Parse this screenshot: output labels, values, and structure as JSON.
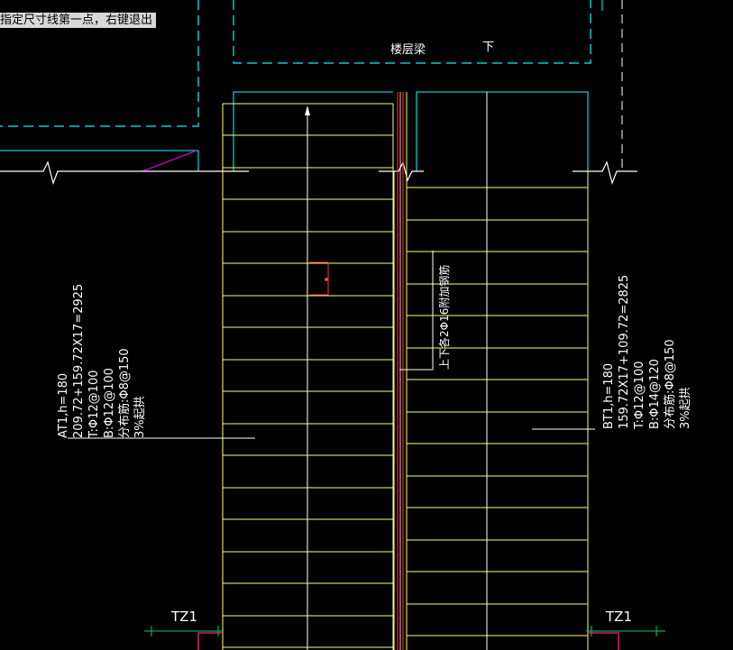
{
  "command_prompt": "指定尺寸线第一点，右键退出",
  "labels": {
    "beam_label": "楼层梁",
    "down_label": "下",
    "tz1_left": "TZ1",
    "tz1_right": "TZ1",
    "rebar_note": "上下各2Φ16附加钢筋"
  },
  "at1": {
    "lines": [
      "AT1,h=180",
      "209.72+159.72X17=2925",
      "T:Φ12@100",
      "B:Φ12@100",
      "分布筋:Φ8@150",
      "3%起拱"
    ]
  },
  "bt1": {
    "lines": [
      "BT1,h=180",
      "159.72X17+109.72=2825",
      "T:Φ12@100",
      "B:Φ14@120",
      "分布筋:Φ8@150",
      "3%起拱"
    ]
  },
  "colors": {
    "background": "#000000",
    "stair_lines": "#ffff66",
    "beam_outline": "#00cccc",
    "centerline": "#ffffff",
    "red_lines": "#ff2020",
    "magenta": "#cc00cc"
  }
}
